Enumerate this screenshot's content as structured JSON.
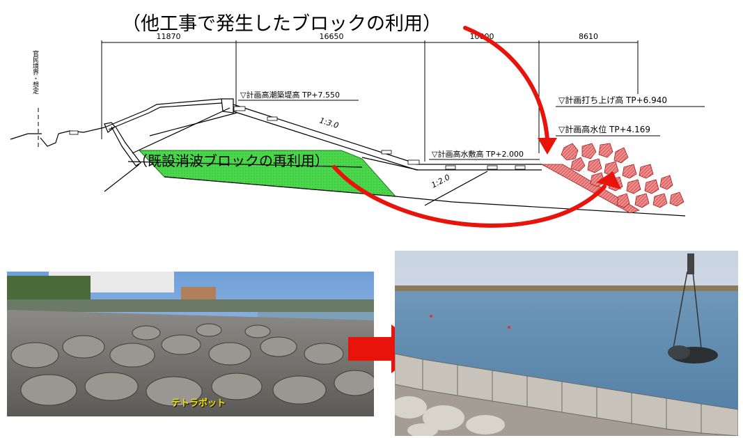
{
  "title": "（他工事で発生したブロックの利用）",
  "reuse_label": "（既設消波ブロックの再利用）",
  "boundary_label": "官民境界・想定",
  "dimensions": [
    "11870",
    "16650",
    "10000",
    "8610"
  ],
  "levels": {
    "crest": "▽計画高潮築堤高  TP+7.550",
    "raise": "▽計画打ち上げ高  TP+6.940",
    "hwl": "▽計画高水位  TP+4.169",
    "bed": "▽計画高水敷高  TP+2.000"
  },
  "slopes": {
    "upper": "1:3.0",
    "lower": "1:2.0"
  },
  "photo_left_label": "テトラポット",
  "colors": {
    "arrow": "#e8140c",
    "blocks": "#f08c8c",
    "reuse_area": "#4cd84c"
  },
  "icons": {
    "transfer_arrow": "right-arrow-icon"
  }
}
